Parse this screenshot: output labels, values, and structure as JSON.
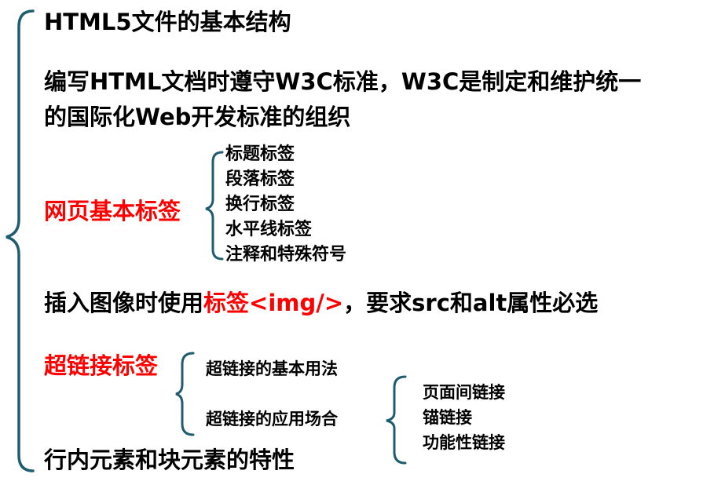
{
  "colors": {
    "text": "#000000",
    "highlight": "#ff0000",
    "brace": "#1f5c6e"
  },
  "root": {
    "title": "HTML5文件的基本结构",
    "w3c_line1": "编写HTML文档时遵守W3C标准，W3C是制定和维护统一",
    "w3c_line2": "的国际化Web开发标准的组织",
    "img_prefix": "插入图像时使用",
    "img_tag": "标签<img/>",
    "img_suffix": "，要求src和alt属性必选",
    "inline_block": "行内元素和块元素的特性"
  },
  "basic_tags": {
    "label": "网页基本标签",
    "items": [
      "标题标签",
      "段落标签",
      "换行标签",
      "水平线标签",
      "注释和特殊符号"
    ]
  },
  "hyperlink": {
    "label": "超链接标签",
    "basic_usage": "超链接的基本用法",
    "applications": {
      "label": "超链接的应用场合",
      "items": [
        "页面间链接",
        "锚链接",
        "功能性链接"
      ]
    }
  }
}
